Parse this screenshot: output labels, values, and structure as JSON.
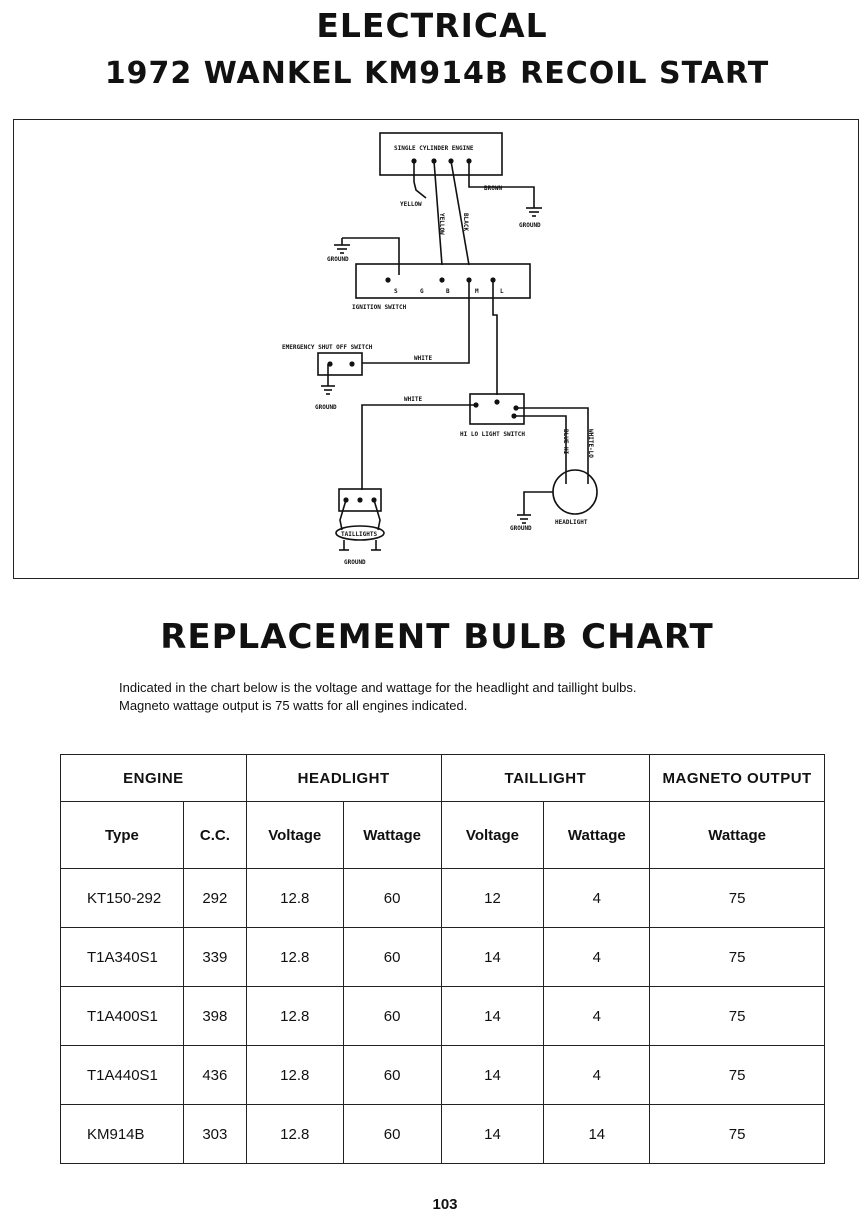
{
  "header": {
    "title": "ELECTRICAL",
    "subtitle": "1972 WANKEL KM914B RECOIL START"
  },
  "diagram": {
    "labels": {
      "engine": "SINGLE CYLINDER ENGINE",
      "brown": "BROWN",
      "yellow1": "YELLOW",
      "yellow2": "YELLOW",
      "black": "BLACK",
      "ground_engine": "GROUND",
      "ground_ign": "GROUND",
      "ign_s": "S",
      "ign_g": "G",
      "ign_b": "B",
      "ign_m": "M",
      "ign_l": "L",
      "ignition_switch": "IGNITION SWITCH",
      "emergency_switch": "EMERGENCY SHUT OFF SWITCH",
      "white1": "WHITE",
      "ground_emergency": "GROUND",
      "white2": "WHITE",
      "hilo_switch": "HI LO LIGHT SWITCH",
      "blue_hi": "BLUE-HI",
      "white_lo": "WHITE-LO",
      "ground_headlight": "GROUND",
      "headlight": "HEADLIGHT",
      "taillights": "TAILLIGHTS",
      "ground_tail": "GROUND"
    }
  },
  "chart": {
    "title": "REPLACEMENT BULB CHART",
    "intro_line1": "Indicated in the chart below is the voltage and wattage for the headlight and taillight bulbs.",
    "intro_line2": "Magneto wattage output is 75 watts for all engines indicated."
  },
  "table": {
    "groups": [
      "ENGINE",
      "HEADLIGHT",
      "TAILLIGHT",
      "MAGNETO OUTPUT"
    ],
    "columns": [
      "Type",
      "C.C.",
      "Voltage",
      "Wattage",
      "Voltage",
      "Wattage",
      "Wattage"
    ],
    "rows": [
      [
        "KT150-292",
        "292",
        "12.8",
        "60",
        "12",
        "4",
        "75"
      ],
      [
        "T1A340S1",
        "339",
        "12.8",
        "60",
        "14",
        "4",
        "75"
      ],
      [
        "T1A400S1",
        "398",
        "12.8",
        "60",
        "14",
        "4",
        "75"
      ],
      [
        "T1A440S1",
        "436",
        "12.8",
        "60",
        "14",
        "4",
        "75"
      ],
      [
        "KM914B",
        "303",
        "12.8",
        "60",
        "14",
        "14",
        "75"
      ]
    ]
  },
  "footer": {
    "page_number": "103"
  }
}
